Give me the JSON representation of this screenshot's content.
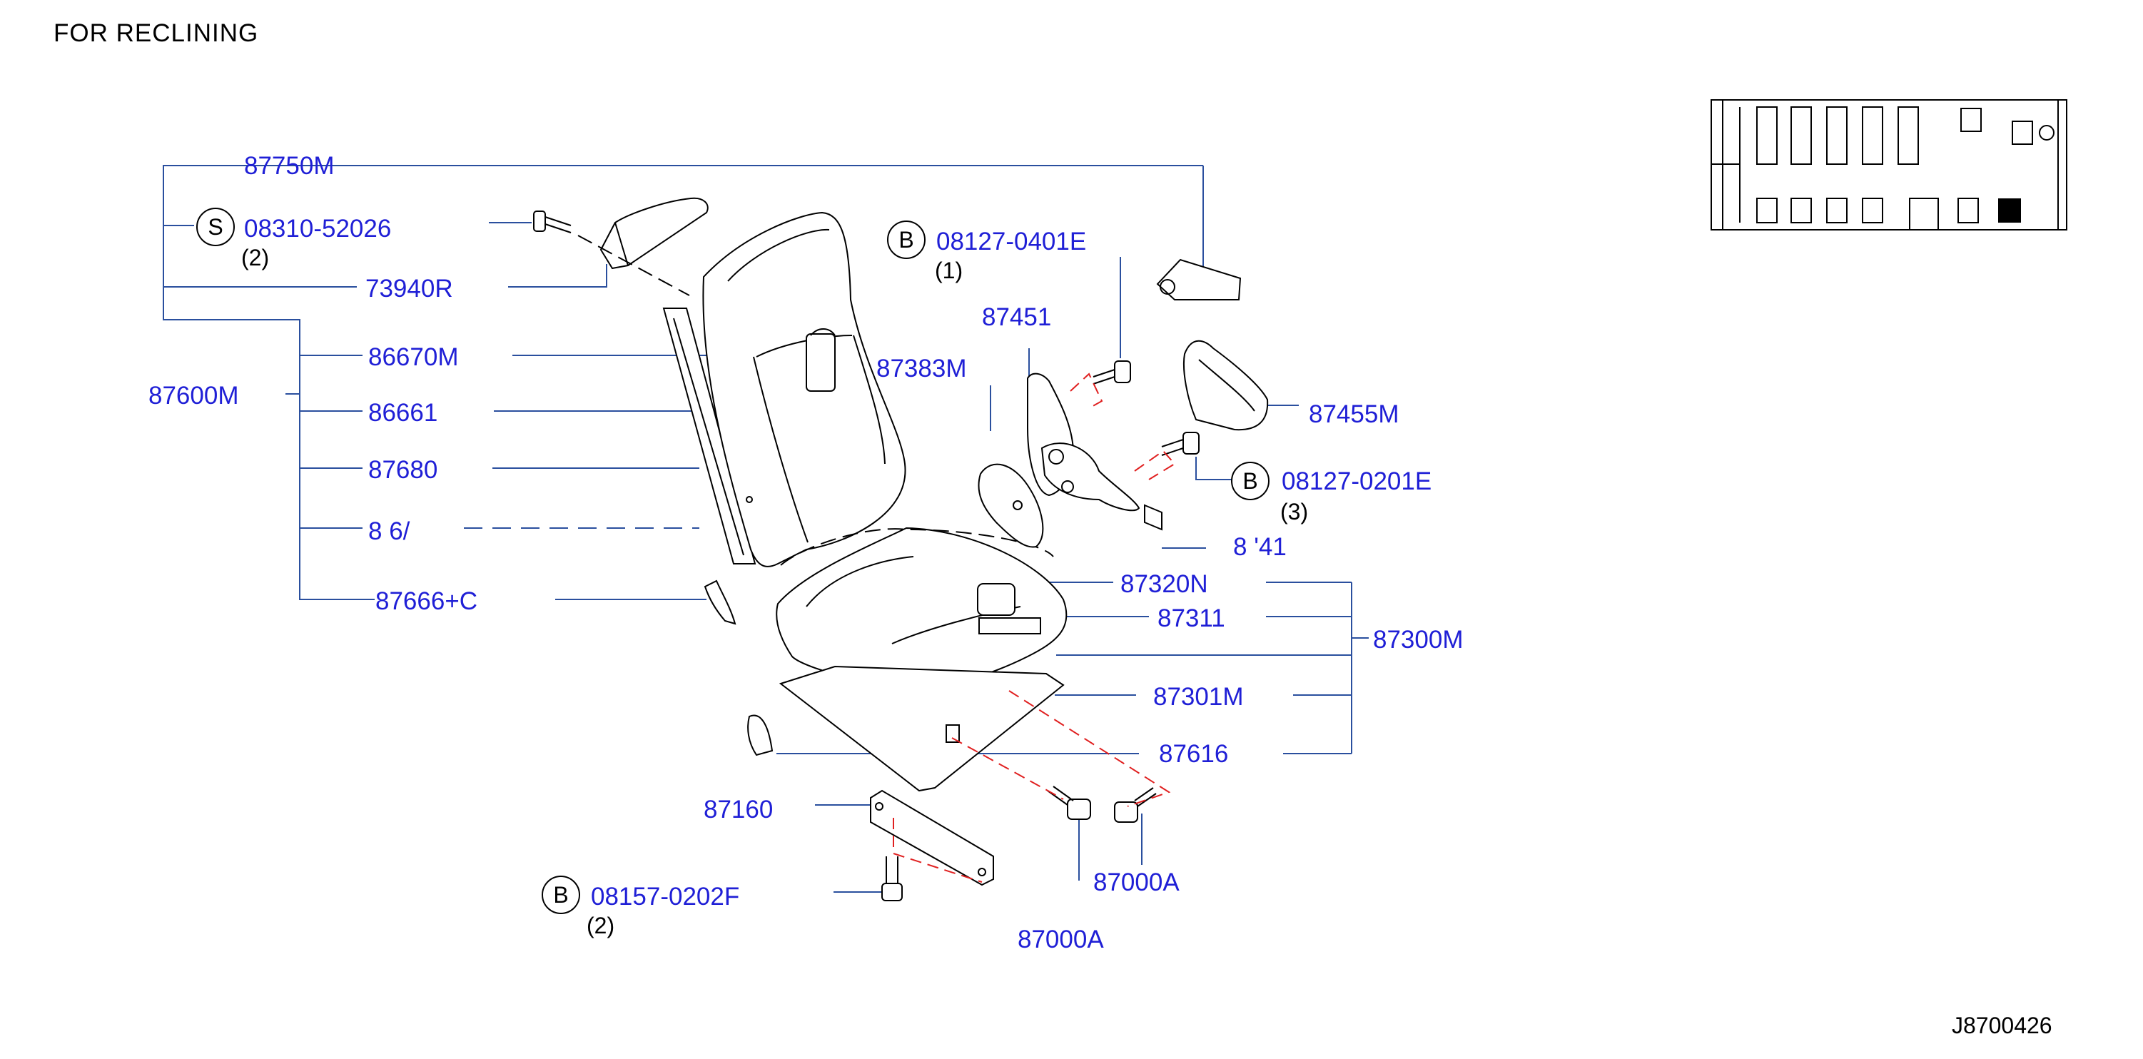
{
  "header": {
    "title": "FOR   RECLINING"
  },
  "footer": {
    "drawing_id": "J8700426"
  },
  "colors": {
    "part_label": "#1f1fd6",
    "leader_line": "#2a4f9e",
    "fastener_trace": "#e02020",
    "ink": "#000000"
  },
  "callouts": {
    "p87750M": "87750M",
    "s08310": "08310-52026",
    "s08310_qty": "(2)",
    "p73940R": "73940R",
    "p87600M": "87600M",
    "p86670M": "86670M",
    "p86661": "86661",
    "p87680": "87680",
    "p876xx_partial": "8 6/",
    "p87666C": "87666+C",
    "b08127_0401E": "08127-0401E",
    "b08127_0401E_qty": "(1)",
    "p87451": "87451",
    "p87383M": "87383M",
    "p87455M": "87455M",
    "b08127_0201E": "08127-0201E",
    "b08127_0201E_qty": "(3)",
    "p874xx_partial": "8 '41",
    "p87320N": "87320N",
    "p87311": "87311",
    "p87300M": "87300M",
    "p87301M": "87301M",
    "p87616": "87616",
    "p87160": "87160",
    "b08157_0202F": "08157-0202F",
    "b08157_0202F_qty": "(2)",
    "p87000A_right": "87000A",
    "p87000A_lower": "87000A"
  },
  "symbols": {
    "screw": "S",
    "bolt": "B"
  }
}
